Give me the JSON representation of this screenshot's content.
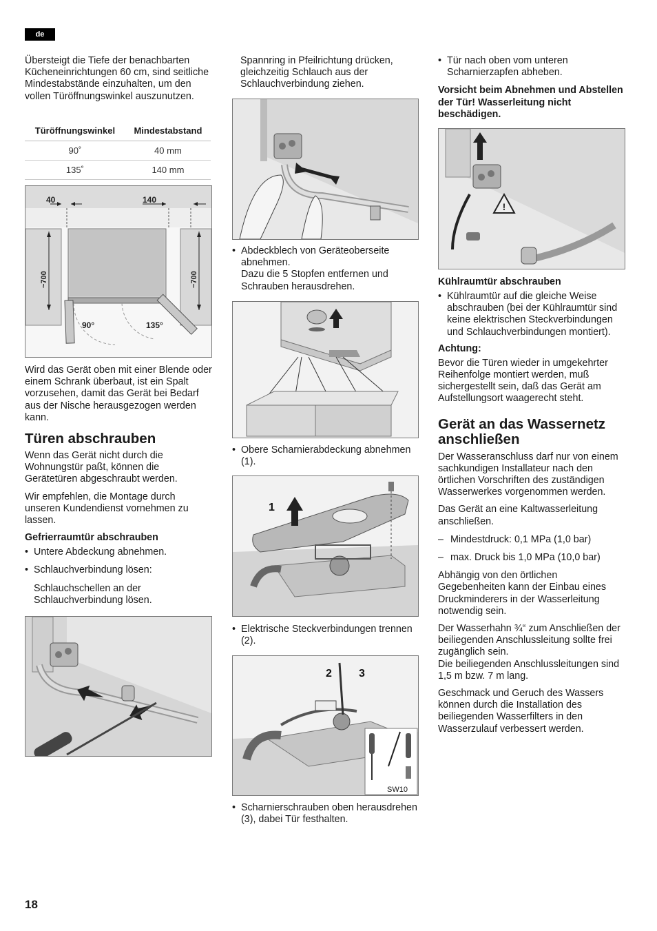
{
  "lang_tag": "de",
  "page_number": "18",
  "col1": {
    "intro": "Übersteigt die Tiefe der benachbarten Kücheneinrichtungen 60 cm, sind seitliche Mindestabstände einzuhalten, um den vollen Türöffnungswinkel auszunutzen.",
    "table": {
      "headers": [
        "Türöffnungswinkel",
        "Mindestabstand"
      ],
      "rows": [
        [
          "90˚",
          "40 mm"
        ],
        [
          "135˚",
          "140 mm"
        ]
      ]
    },
    "diagram": {
      "dim_left": "40",
      "dim_right": "140",
      "depth_left": "~700",
      "depth_right": "~700",
      "angle_left": "90°",
      "angle_right": "135°"
    },
    "blende_text": "Wird das Gerät oben mit einer Blende oder einem Schrank überbaut, ist ein Spalt vorzusehen, damit das Gerät bei Bedarf aus der Nische herausgezogen werden kann.",
    "heading": "Türen abschrauben",
    "p1": "Wenn das Gerät nicht durch die Wohnungstür paßt, können die Gerätetüren abgeschraubt werden.",
    "p2": "Wir empfehlen, die Montage durch unseren Kundendienst vornehmen zu lassen.",
    "subheading": "Gefrierraumtür abschrauben",
    "b1": "Untere Abdeckung abnehmen.",
    "b2": "Schlauchverbindung lösen:",
    "b2_sub": "Schlauchschellen an der Schlauchverbindung lösen."
  },
  "col2": {
    "text1": "Spannring in Pfeilrichtung drücken, gleichzeitig Schlauch aus der Schlauchverbindung ziehen.",
    "b1_line1": "Abdeckblech von Geräteoberseite abnehmen.",
    "b1_line2": "Dazu die 5 Stopfen entfernen und Schrauben herausdrehen.",
    "b2": "Obere Scharnierabdeckung abnehmen (1).",
    "fig3_label": "1",
    "b3": "Elektrische Steckverbindungen trennen (2).",
    "fig4_label2": "2",
    "fig4_label3": "3",
    "fig4_tool": "SW10",
    "b4": "Scharnierschrauben oben herausdrehen (3), dabei Tür festhalten."
  },
  "col3": {
    "b1": "Tür nach oben vom unteren Scharnierzapfen abheben.",
    "warning": "Vorsicht beim Abnehmen und Abstellen der Tür! Wasserleitung nicht beschädigen.",
    "subheading": "Kühlraumtür abschrauben",
    "b2": "Kühlraumtür auf die gleiche Weise abschrauben (bei der Kühlraumtür sind keine elektrischen Steckverbindungen und Schlauchverbindungen montiert).",
    "achtung_label": "Achtung:",
    "achtung_text": "Bevor die Türen wieder in umgekehrter Reihenfolge montiert werden, muß sichergestellt sein, daß das Gerät am Aufstellungsort waagerecht steht.",
    "heading": "Gerät an das Wassernetz anschließen",
    "p1": "Der Wasseranschluss darf nur von einem sachkundigen Installateur nach den örtlichen Vorschriften des zuständigen Wasserwerkes vorgenommen werden.",
    "p2": "Das Gerät an eine Kaltwasserleitung anschließen.",
    "d1": "Mindestdruck:  0,1 MPa (1,0 bar)",
    "d2": "max. Druck bis 1,0 MPa (10,0 bar)",
    "p3": "Abhängig von den örtlichen Gegebenheiten kann der Einbau eines Druckminderers in der Wasserleitung notwendig sein.",
    "p4_line1": "Der Wasserhahn ¾“ zum Anschließen der beiliegenden Anschlussleitung sollte frei zugänglich sein.",
    "p4_line2": "Die beiliegenden  Anschlussleitungen sind 1,5 m bzw. 7 m lang.",
    "p5": "Geschmack und Geruch des Wassers können durch die Installation des beiliegenden Wasserfilters in den Wasserzulauf verbessert werden."
  }
}
